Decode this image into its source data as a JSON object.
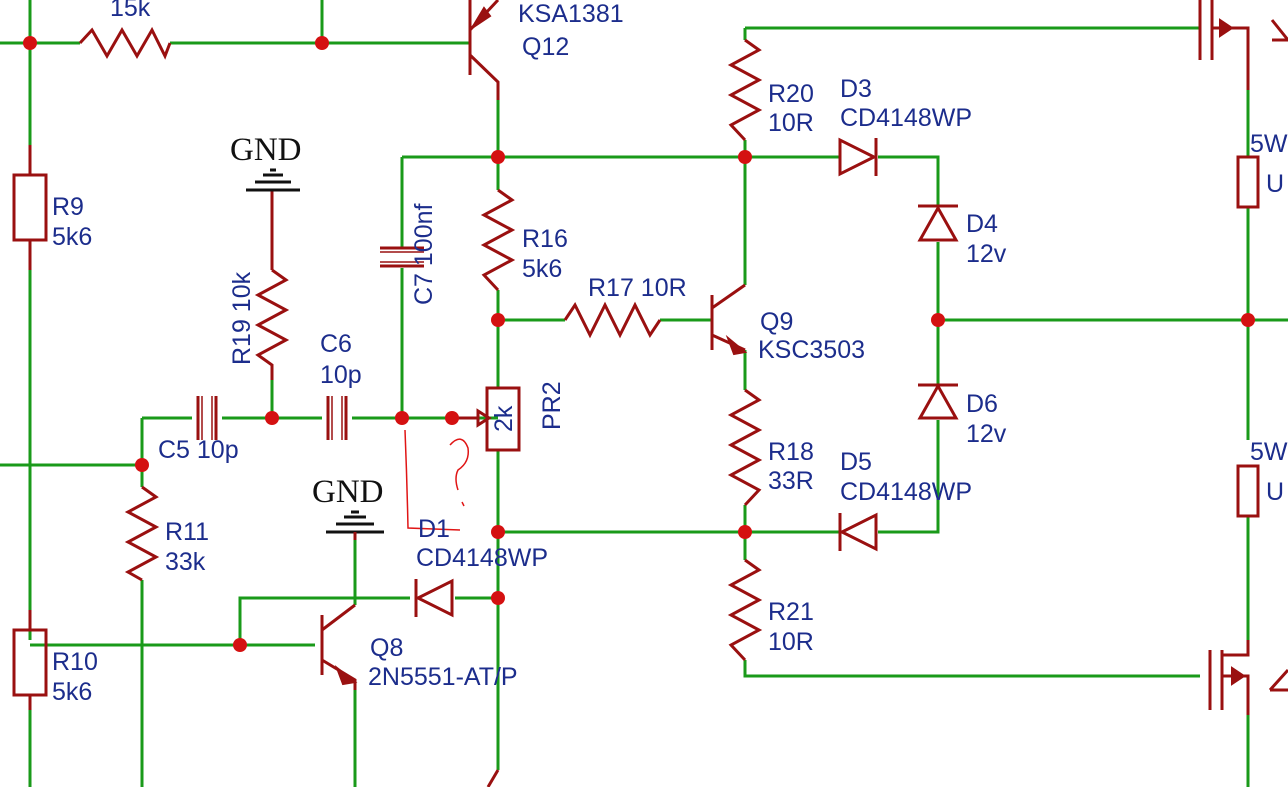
{
  "labels": {
    "r_top": "15k",
    "q12_part": "KSA1381",
    "q12_ref": "Q12",
    "r9_ref": "R9",
    "r9_val": "5k6",
    "r10_ref": "R10",
    "r10_val": "5k6",
    "r19": "R19 10k",
    "c6_ref": "C6",
    "c6_val": "10p",
    "c5": "C5 10p",
    "c7": "C7 100nf",
    "r11_ref": "R11",
    "r11_val": "33k",
    "gnd1": "GND",
    "gnd2": "GND",
    "r16_ref": "R16",
    "r16_val": "5k6",
    "pr2_ref": "PR2",
    "pr2_val": "2k",
    "r17": "R17 10R",
    "q9_ref": "Q9",
    "q9_part": "KSC3503",
    "r18_ref": "R18",
    "r18_val": "33R",
    "r20_ref": "R20",
    "r20_val": "10R",
    "r21_ref": "R21",
    "r21_val": "10R",
    "d1_ref": "D1",
    "d1_part": "CD4148WP",
    "q8_ref": "Q8",
    "q8_part": "2N5551-AT/P",
    "d3_ref": "D3",
    "d3_part": "CD4148WP",
    "d4_ref": "D4",
    "d4_val": "12v",
    "d5_ref": "D5",
    "d5_part": "CD4148WP",
    "d6_ref": "D6",
    "d6_val": "12v",
    "res5w_a": "5W",
    "res5w_a_sub": "U",
    "res5w_b": "5W",
    "res5w_b_sub": "U",
    "handwritten_mark": "?"
  },
  "colors": {
    "wire": "#1a9a1a",
    "component": "#9a1010",
    "junction": "#d41111",
    "label": "#1c2d8c",
    "gnd_text": "#111111",
    "annotation": "#e01515"
  }
}
